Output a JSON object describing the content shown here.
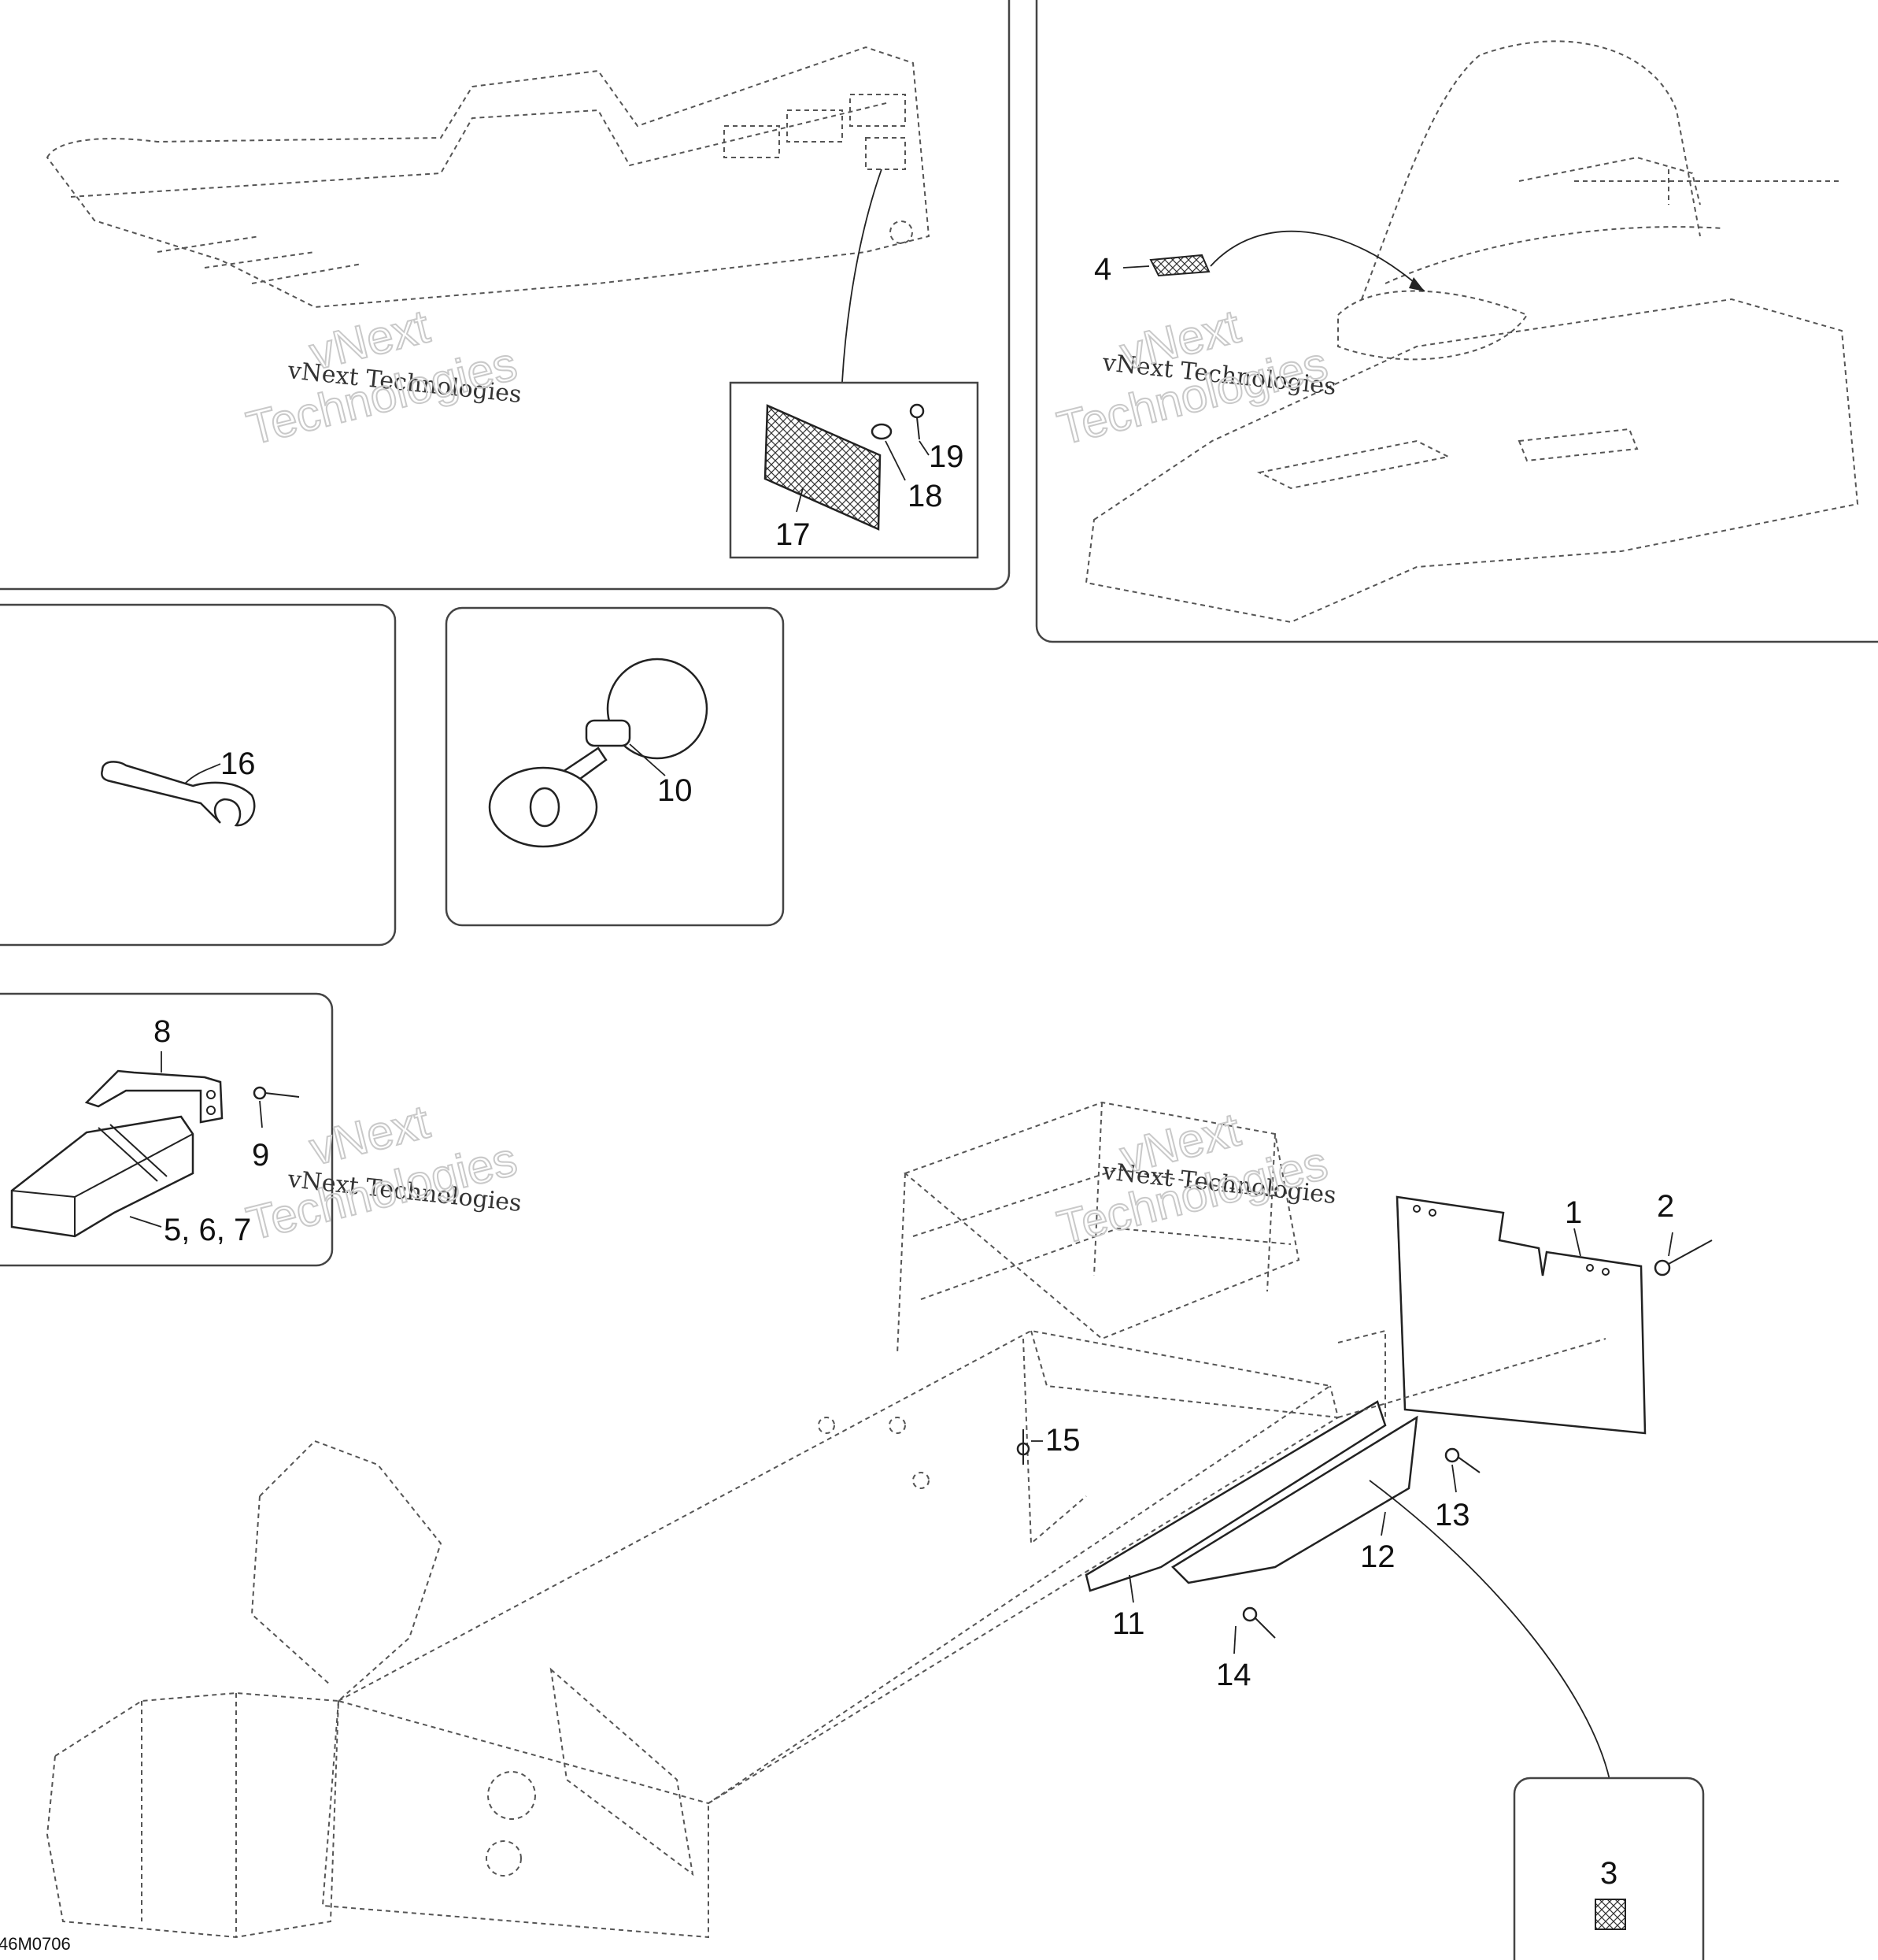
{
  "diagram_code": "46M0706",
  "watermark": {
    "line": "vNext Technologies",
    "big_word_1": "vNext",
    "big_word_2": "Technologies"
  },
  "callouts": {
    "c1": "1",
    "c2": "2",
    "c3": "3",
    "c4": "4",
    "c5_6_7": "5, 6, 7",
    "c8": "8",
    "c9": "9",
    "c10": "10",
    "c11": "11",
    "c12": "12",
    "c13": "13",
    "c14": "14",
    "c15": "15",
    "c16": "16",
    "c17": "17",
    "c18": "18",
    "c19": "19"
  }
}
